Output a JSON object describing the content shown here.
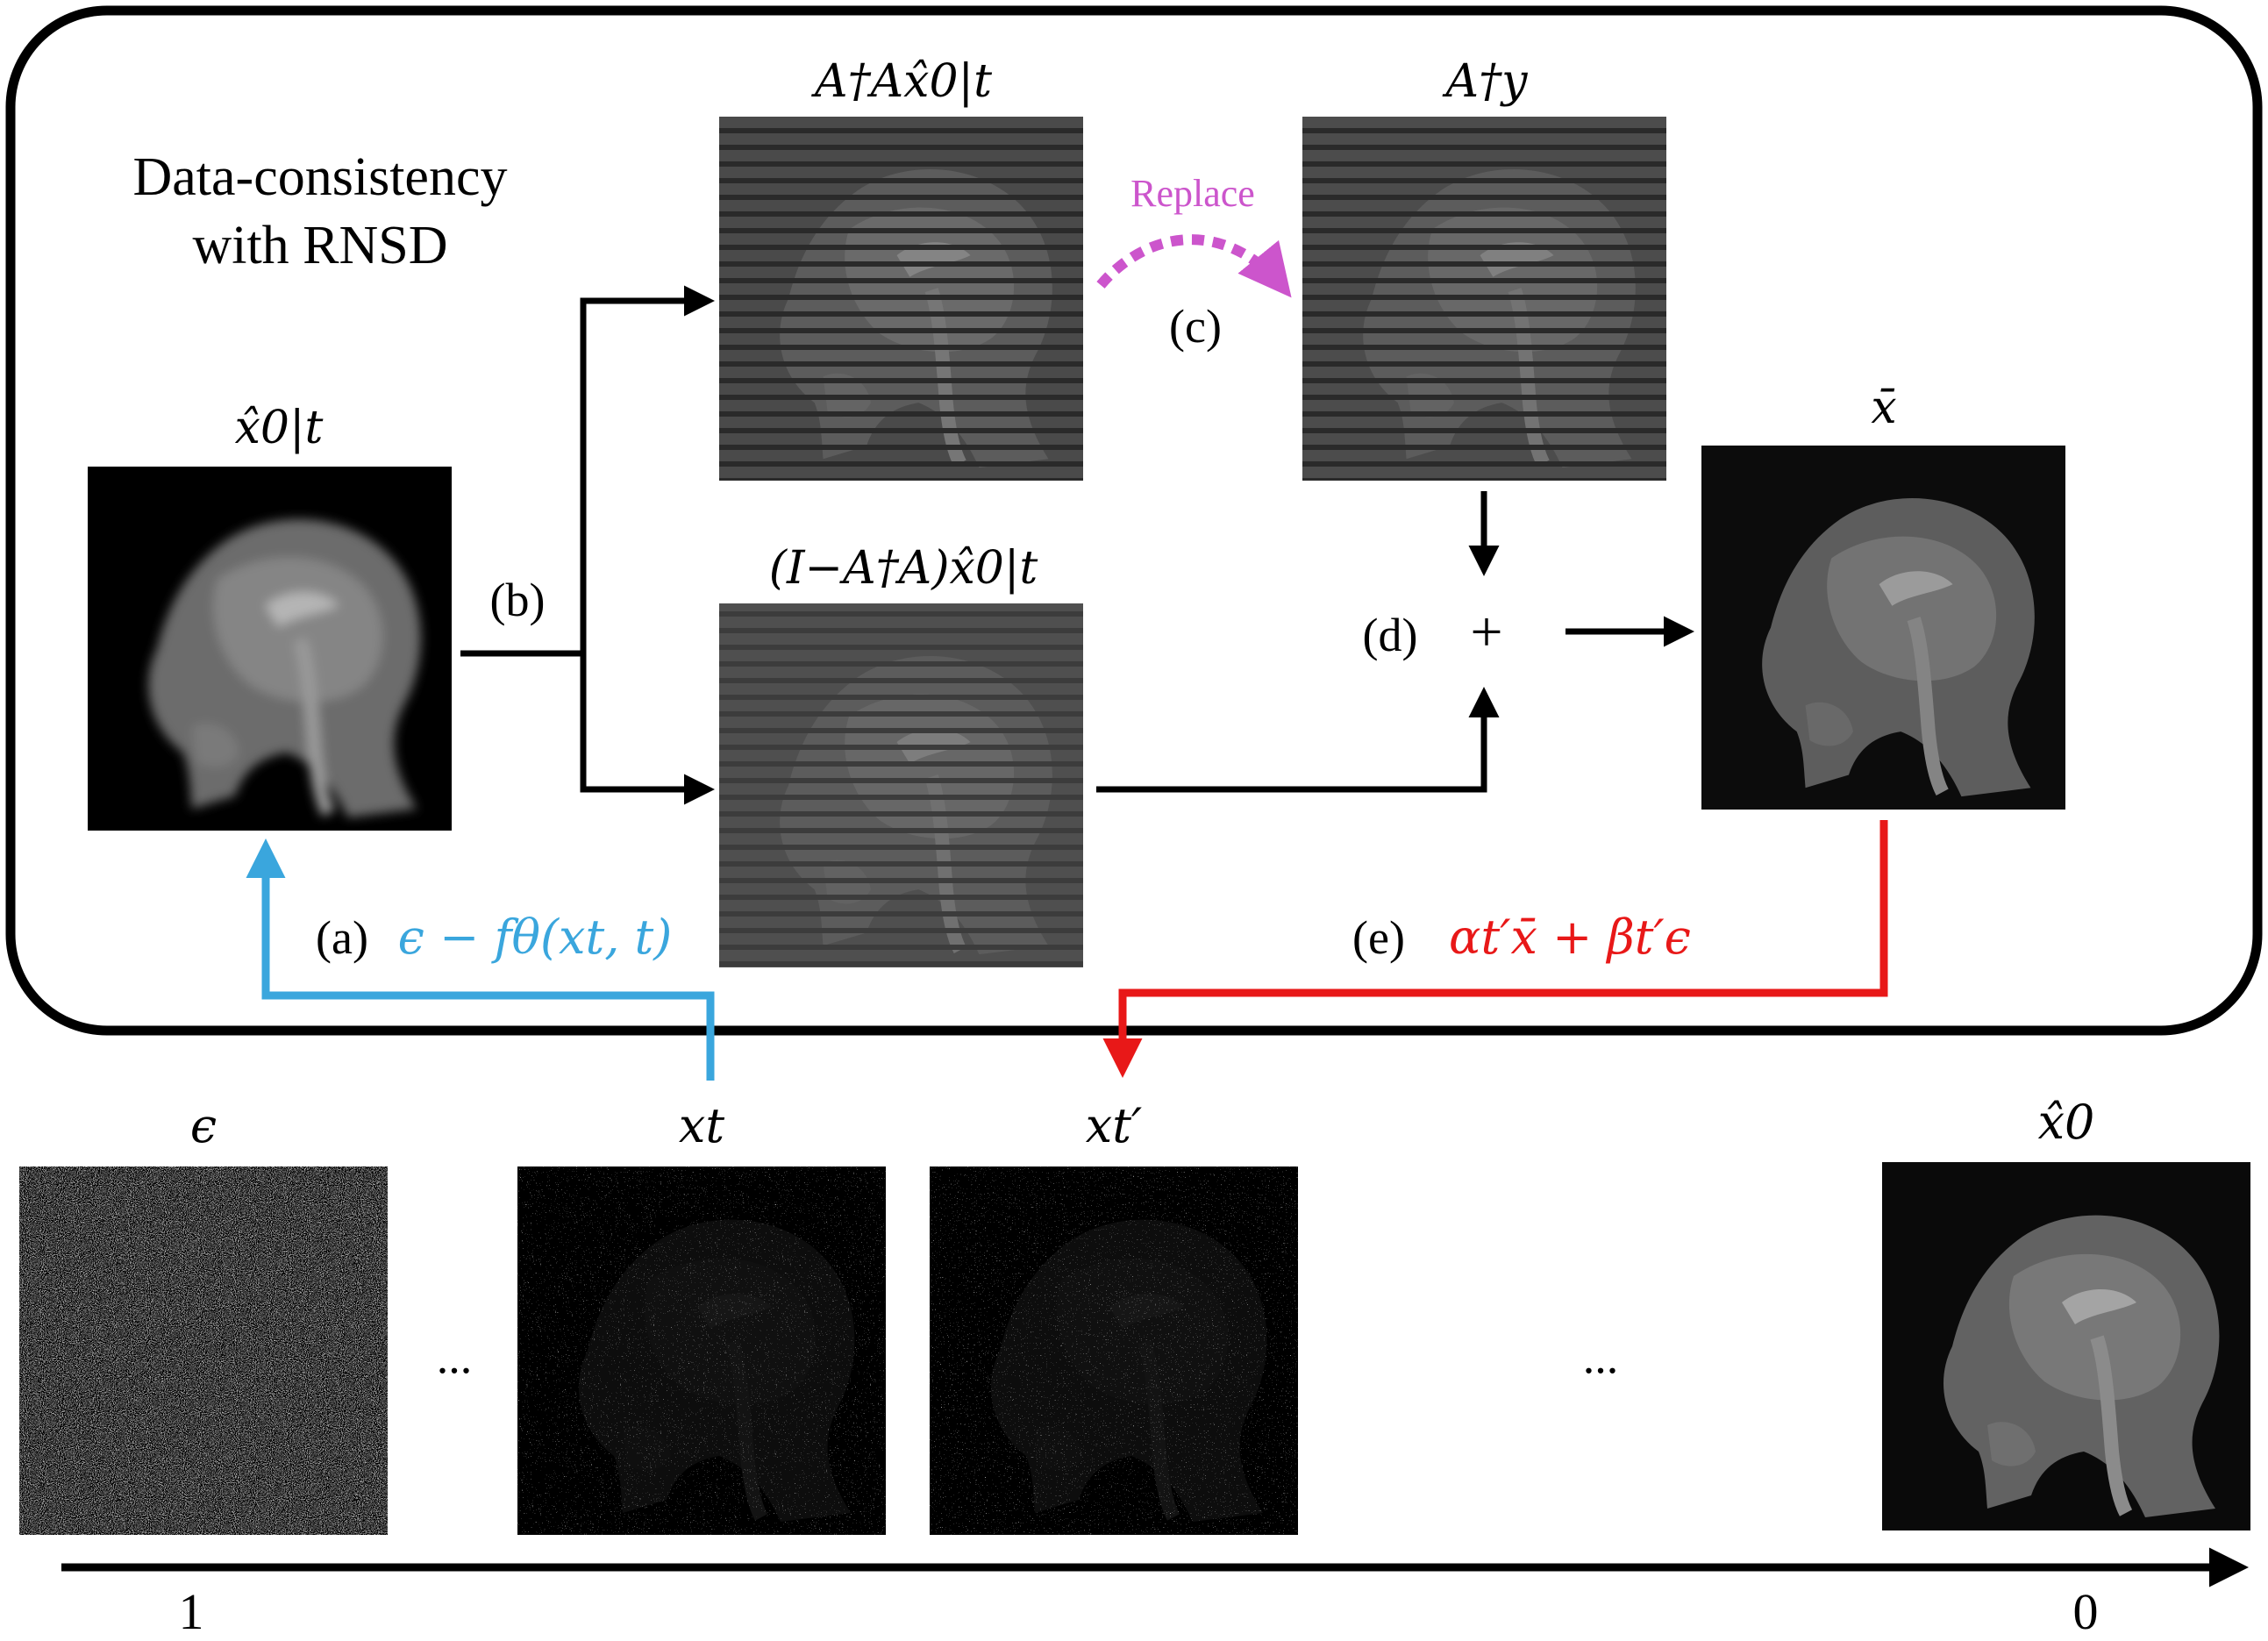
{
  "frame_title": {
    "line1": "Data-consistency",
    "line2": "with RNSD"
  },
  "panels": {
    "x_hat_0t": {
      "label": "x̂0|t"
    },
    "projected": {
      "label": "A†Ax̂0|t"
    },
    "null_space": {
      "label": "(I−A†A)x̂0|t"
    },
    "measurement": {
      "label": "A†y"
    },
    "x_bar": {
      "label": "x̄"
    }
  },
  "steps": {
    "a": {
      "tag": "(a)",
      "formula": "ϵ − fθ(xt, t)",
      "color": "#3aa6dd"
    },
    "b": {
      "tag": "(b)"
    },
    "c": {
      "tag": "(c)",
      "note": "Replace",
      "color": "#cc55cc"
    },
    "d": {
      "tag": "(d)",
      "operator": "+"
    },
    "e": {
      "tag": "(e)",
      "formula": "αt′x̄ + βt′ϵ",
      "color": "#e81818"
    }
  },
  "sequence": {
    "eps": {
      "label": "ϵ"
    },
    "xt": {
      "label": "xt"
    },
    "xtp": {
      "label": "xt′"
    },
    "x0": {
      "label": "x̂0"
    },
    "ellipsis_1": "...",
    "ellipsis_2": "..."
  },
  "time_axis": {
    "start_label": "1",
    "end_label": "0"
  }
}
